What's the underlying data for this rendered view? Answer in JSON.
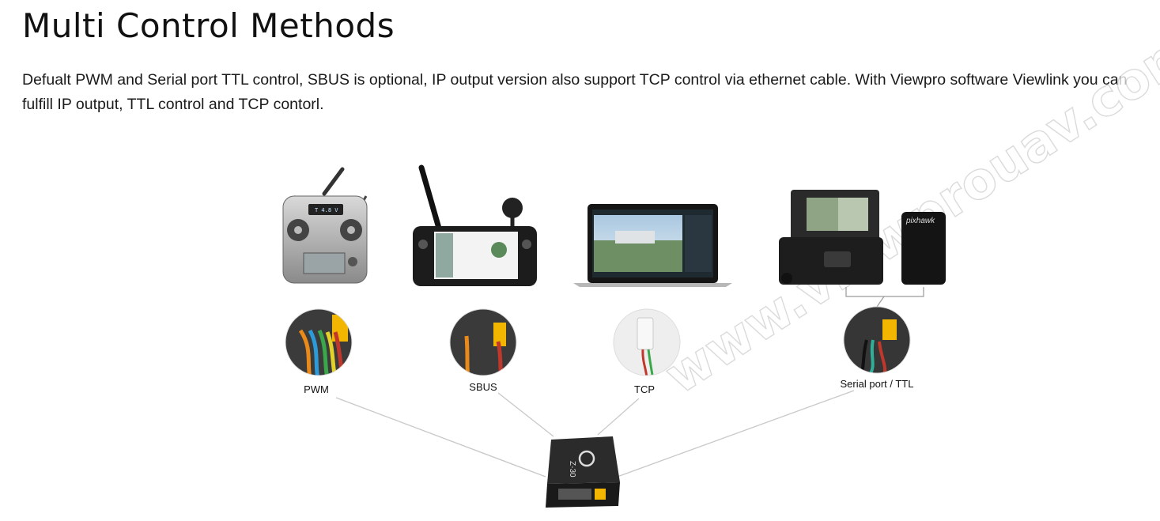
{
  "heading": "Multi Control Methods",
  "description": "Defualt PWM and Serial port TTL control, SBUS is optional, IP output version also support TCP control via ethernet cable. With Viewpro software Viewlink you can fulfill IP output, TTL control and TCP contorl.",
  "diagram": {
    "labels": {
      "pwm": "PWM",
      "sbus": "SBUS",
      "tcp": "TCP",
      "serial": "Serial port / TTL"
    },
    "devices": {
      "rc_transmitter_screen": "T 4.8 V",
      "flight_controller": "pixhawk",
      "gimbal_model": "Z-30"
    },
    "watermark": "www.viewprouav.com"
  },
  "colors": {
    "connector_line": "#c8c8c8",
    "device_dark": "#2b2b2b",
    "connector_yellow": "#f2b500"
  }
}
